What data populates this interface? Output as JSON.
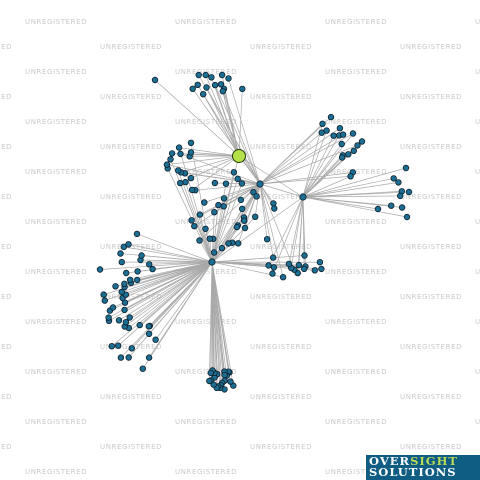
{
  "watermark": {
    "text": "UNREGISTERED"
  },
  "logo": {
    "word1_part1": "OVER",
    "word1_part2": "SIGHT",
    "word2": "SOLUTIONS"
  },
  "colors": {
    "node": "#1d6e93",
    "focus_node": "#b4e04a",
    "edge": "#a9a9a9",
    "logo_bg": "#0f5d82",
    "logo_accent": "#b6d957"
  },
  "network": {
    "hubs": 4,
    "focus_hub": "H2",
    "hub_links": [
      [
        "H1",
        "H2"
      ],
      [
        "H1",
        "H3"
      ],
      [
        "H1",
        "H4"
      ],
      [
        "H2",
        "H3"
      ],
      [
        "H2",
        "H4"
      ],
      [
        "H3",
        "H4"
      ]
    ]
  }
}
